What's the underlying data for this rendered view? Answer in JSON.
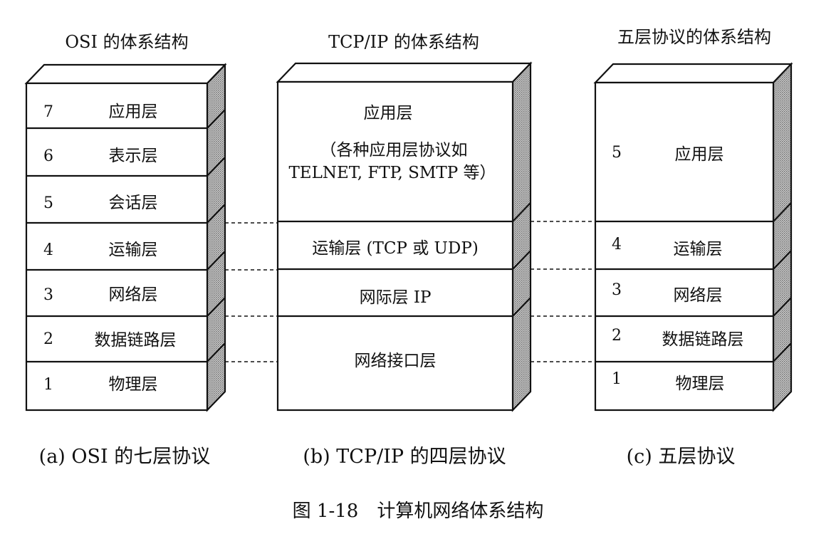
{
  "osi": {
    "header": "OSI 的体系结构",
    "caption": "(a) OSI 的七层协议",
    "layers": [
      {
        "num": "7",
        "name": "应用层"
      },
      {
        "num": "6",
        "name": "表示层"
      },
      {
        "num": "5",
        "name": "会话层"
      },
      {
        "num": "4",
        "name": "运输层"
      },
      {
        "num": "3",
        "name": "网络层"
      },
      {
        "num": "2",
        "name": "数据链路层"
      },
      {
        "num": "1",
        "name": "物理层"
      }
    ]
  },
  "tcpip": {
    "header": "TCP/IP 的体系结构",
    "caption": "(b) TCP/IP 的四层协议",
    "layers": [
      {
        "lines": [
          "应用层",
          "（各种应用层协议如",
          "TELNET, FTP, SMTP 等）"
        ]
      },
      {
        "lines": [
          "运输层 (TCP 或 UDP)"
        ]
      },
      {
        "lines": [
          "网际层 IP"
        ]
      },
      {
        "lines": [
          "网络接口层"
        ]
      }
    ]
  },
  "five": {
    "header": "五层协议的体系结构",
    "caption": "(c) 五层协议",
    "layers": [
      {
        "num": "5",
        "name": "应用层"
      },
      {
        "num": "4",
        "name": "运输层"
      },
      {
        "num": "3",
        "name": "网络层"
      },
      {
        "num": "2",
        "name": "数据链路层"
      },
      {
        "num": "1",
        "name": "物理层"
      }
    ]
  },
  "figure_caption": "图 1-18　计算机网络体系结构",
  "colors": {
    "line": "#111111",
    "side_shading": "#9a9a9a",
    "background": "#ffffff"
  }
}
